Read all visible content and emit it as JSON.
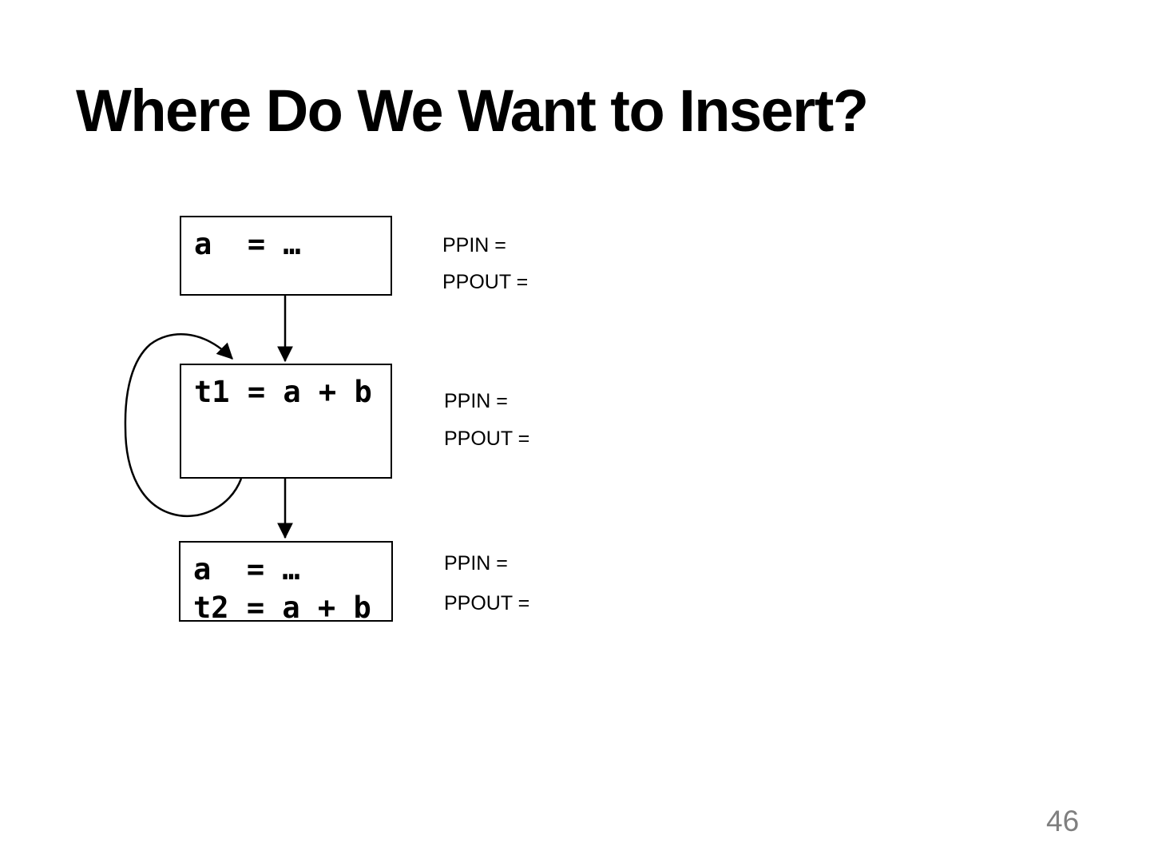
{
  "slide": {
    "title": "Where Do We Want to Insert?",
    "page_number": "46"
  },
  "colors": {
    "background": "#ffffff",
    "text": "#000000",
    "line": "#000000",
    "page_number": "#7f7f7f"
  },
  "diagram": {
    "type": "control-flow-graph",
    "blocks": [
      {
        "name": "top-block",
        "lines": [
          "a  = …"
        ],
        "ppin": "PPIN =",
        "ppout": "PPOUT ="
      },
      {
        "name": "loop-block",
        "lines": [
          "t1 = a + b"
        ],
        "has_self_loop": true,
        "ppin": "PPIN =",
        "ppout": "PPOUT ="
      },
      {
        "name": "bottom-block",
        "lines": [
          "a  = …",
          "t2 = a + b"
        ],
        "ppin": "PPIN =",
        "ppout": "PPOUT ="
      }
    ],
    "edges": [
      "top-block -> loop-block",
      "loop-block -> loop-block (self loop)",
      "loop-block -> bottom-block"
    ]
  }
}
